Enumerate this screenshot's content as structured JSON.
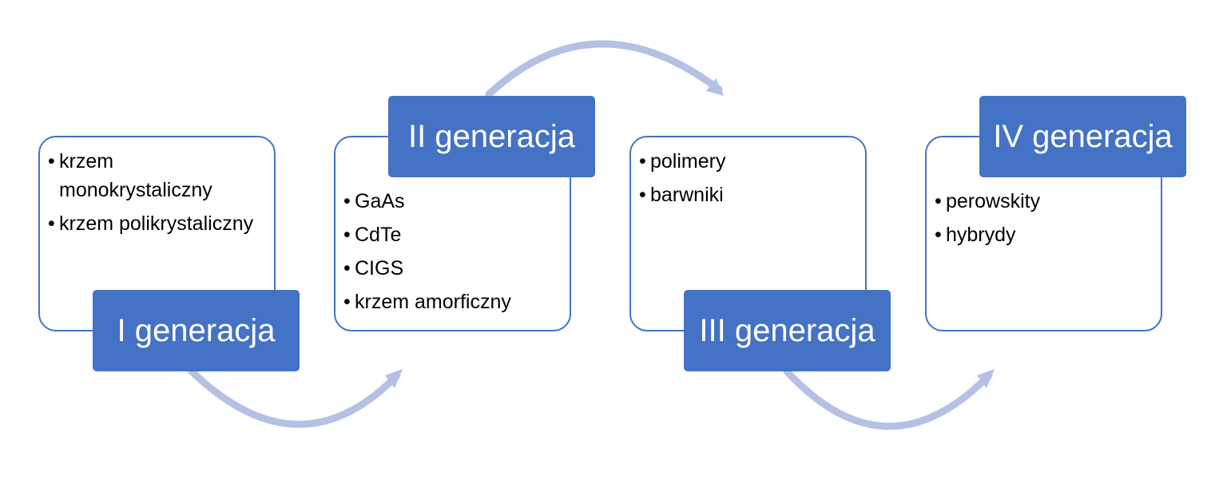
{
  "colors": {
    "accent": "#4472c4",
    "arrow": "#b4c1e4"
  },
  "generations": [
    {
      "title": "I generacja",
      "items": [
        "krzem monokrystaliczny",
        "krzem polikrystaliczny"
      ]
    },
    {
      "title": "II generacja",
      "items": [
        "GaAs",
        "CdTe",
        "CIGS",
        "krzem amorficzny"
      ]
    },
    {
      "title": "III generacja",
      "items": [
        "polimery",
        "barwniki"
      ]
    },
    {
      "title": "IV generacja",
      "items": [
        "perowskity",
        "hybrydy"
      ]
    }
  ]
}
